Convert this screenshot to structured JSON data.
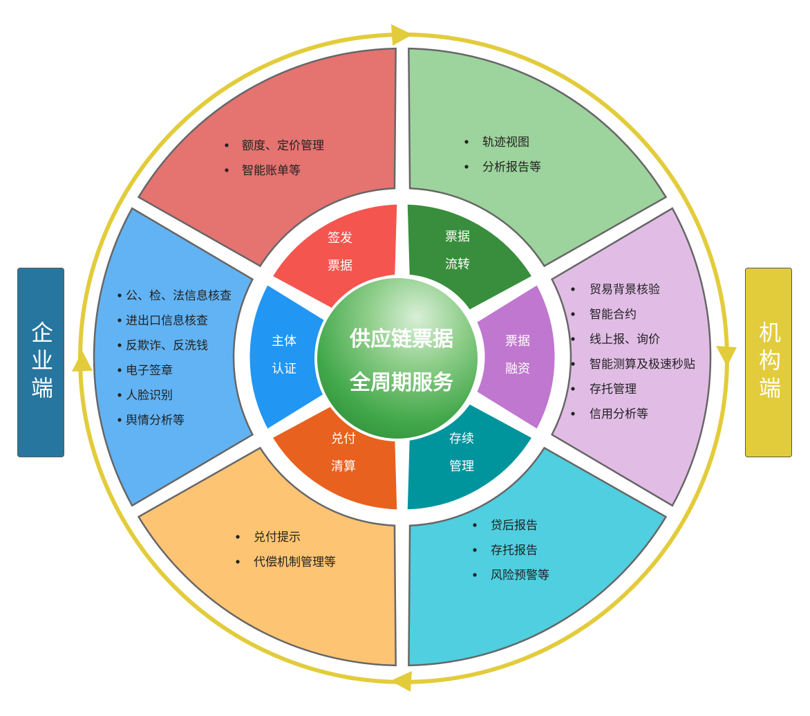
{
  "title": "供应链票据全周期服务",
  "title_lines": [
    "供应链票据",
    "全周期服务"
  ],
  "left_side": {
    "label": "企业端",
    "color": "#2776a0"
  },
  "right_side": {
    "label": "机构端",
    "color": "#e2cc3c"
  },
  "cycle_ring_color": "#e2cc3c",
  "segments": [
    {
      "key": "issue",
      "inner_lines": [
        "签发",
        "票据"
      ],
      "inner_color": "#f4554f",
      "outer_color": "#e57370",
      "items": [
        "额度、定价管理",
        "智能账单等"
      ]
    },
    {
      "key": "transfer",
      "inner_lines": [
        "票据",
        "流转"
      ],
      "inner_color": "#388e3c",
      "outer_color": "#9dd39c",
      "items": [
        "轨迹视图",
        "分析报告等"
      ]
    },
    {
      "key": "finance",
      "inner_lines": [
        "票据",
        "融资"
      ],
      "inner_color": "#c077cf",
      "outer_color": "#e1bde6",
      "items": [
        "贸易背景核验",
        "智能合约",
        "线上报、询价",
        "智能测算及极速秒贴",
        "存托管理",
        "信用分析等"
      ]
    },
    {
      "key": "custody",
      "inner_lines": [
        "存续",
        "管理"
      ],
      "inner_color": "#00959c",
      "outer_color": "#4fcfe0",
      "items": [
        "贷后报告",
        "存托报告",
        "风险预警等"
      ]
    },
    {
      "key": "settle",
      "inner_lines": [
        "兑付",
        "清算"
      ],
      "inner_color": "#e8611e",
      "outer_color": "#fdc473",
      "items": [
        "兑付提示",
        "代偿机制管理等"
      ]
    },
    {
      "key": "auth",
      "inner_lines": [
        "主体",
        "认证"
      ],
      "inner_color": "#2196f3",
      "outer_color": "#62b3f3",
      "items": [
        "公、检、法信息核查",
        "进出口信息核查",
        "反欺诈、反洗钱",
        "电子签章",
        "人脸识别",
        "舆情分析等"
      ]
    }
  ]
}
